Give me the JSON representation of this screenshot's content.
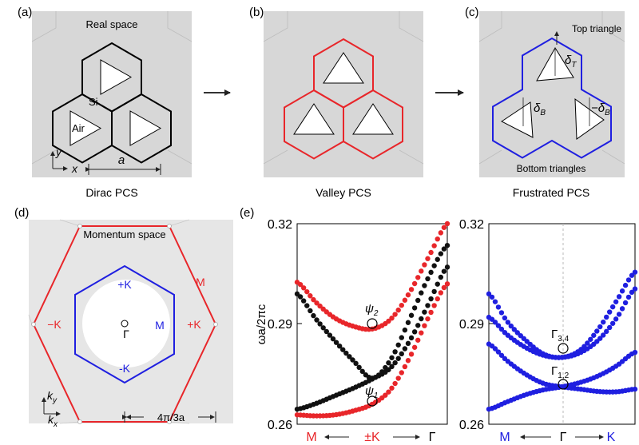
{
  "panels": {
    "a": {
      "label": "(a)",
      "tag": "Real space",
      "si": "Si",
      "air": "Air",
      "axis_y": "y",
      "axis_x": "x",
      "lattice_const": "a",
      "caption": "Dirac PCS"
    },
    "b": {
      "label": "(b)",
      "caption": "Valley PCS"
    },
    "c": {
      "label": "(c)",
      "top_tag": "Top triangle",
      "bottom_tag": "Bottom triangles",
      "delta_t": "δ",
      "delta_t_sub": "T",
      "delta_b": "δ",
      "delta_b_sub": "B",
      "delta_b2": "−δ",
      "delta_b2_sub": "B",
      "caption": "Frustrated PCS"
    },
    "d": {
      "label": "(d)",
      "tag": "Momentum space",
      "plus_k_top": "+K",
      "m_blue": "M",
      "minus_k_bottom": "-K",
      "m_red": "M",
      "minus_k_red": "−K",
      "plus_k_red": "+K",
      "gamma": "Γ",
      "axis_ky": "k",
      "axis_ky_sub": "y",
      "axis_kx": "k",
      "axis_kx_sub": "x",
      "bz_size": "4π/3a"
    },
    "e": {
      "label": "(e)",
      "ylabel": "ωa/2πc",
      "left_ticks": [
        "0.32",
        "0.29",
        "0.26"
      ],
      "right_ticks": [
        "0.32",
        "0.29",
        "0.26"
      ],
      "left_x": {
        "m": "M",
        "k": "±K",
        "gamma": "Γ"
      },
      "right_x": {
        "m": "M",
        "gamma": "Γ",
        "k": "K"
      },
      "psi2": "ψ",
      "psi2_sub": "2",
      "psi1": "ψ",
      "psi1_sub": "1",
      "gamma34": "Γ",
      "gamma34_sub": "3,4",
      "gamma12": "Γ",
      "gamma12_sub": "1,2"
    }
  },
  "colors": {
    "red": "#e8262a",
    "blue": "#1f1fe0",
    "black": "#111111",
    "gray_bg": "#d7d7d7",
    "light_bg": "#e6e6e6"
  },
  "chart_data": [
    {
      "type": "line",
      "panel": "e-left",
      "title": "",
      "xlabel": "",
      "ylabel": "ωa/2πc",
      "ylim": [
        0.26,
        0.32
      ],
      "x_tick_labels": [
        "M",
        "±K",
        "Γ"
      ],
      "x": [
        -1,
        -0.75,
        -0.5,
        -0.25,
        0,
        0.25,
        0.5,
        0.75,
        1
      ],
      "series": [
        {
          "color": "red",
          "values": [
            0.3025,
            0.2965,
            0.2918,
            0.2893,
            0.2885,
            0.2915,
            0.2995,
            0.31,
            0.32
          ]
        },
        {
          "color": "black",
          "values": [
            0.299,
            0.2915,
            0.285,
            0.279,
            0.2738,
            0.2795,
            0.2915,
            0.304,
            0.3135
          ]
        },
        {
          "color": "black",
          "values": [
            0.2645,
            0.2662,
            0.2685,
            0.2708,
            0.2735,
            0.277,
            0.285,
            0.296,
            0.307
          ]
        },
        {
          "color": "red",
          "values": [
            0.2628,
            0.2625,
            0.2628,
            0.264,
            0.266,
            0.2705,
            0.28,
            0.292,
            0.302
          ]
        }
      ]
    },
    {
      "type": "line",
      "panel": "e-right",
      "title": "",
      "xlabel": "",
      "ylabel": "",
      "ylim": [
        0.26,
        0.32
      ],
      "x_tick_labels": [
        "M",
        "Γ",
        "K"
      ],
      "x": [
        -1,
        -0.75,
        -0.5,
        -0.25,
        0,
        0.25,
        0.5,
        0.75,
        1
      ],
      "series": [
        {
          "color": "blue",
          "values": [
            0.299,
            0.2908,
            0.2852,
            0.281,
            0.28,
            0.2822,
            0.2885,
            0.297,
            0.3055
          ]
        },
        {
          "color": "blue",
          "values": [
            0.292,
            0.2868,
            0.283,
            0.2806,
            0.28,
            0.2814,
            0.2852,
            0.2918,
            0.3005
          ]
        },
        {
          "color": "blue",
          "values": [
            0.284,
            0.279,
            0.275,
            0.2722,
            0.2712,
            0.2705,
            0.2698,
            0.2697,
            0.2705
          ]
        },
        {
          "color": "blue",
          "values": [
            0.2645,
            0.2667,
            0.2688,
            0.2703,
            0.2712,
            0.2725,
            0.2745,
            0.2775,
            0.2815
          ]
        }
      ]
    }
  ]
}
